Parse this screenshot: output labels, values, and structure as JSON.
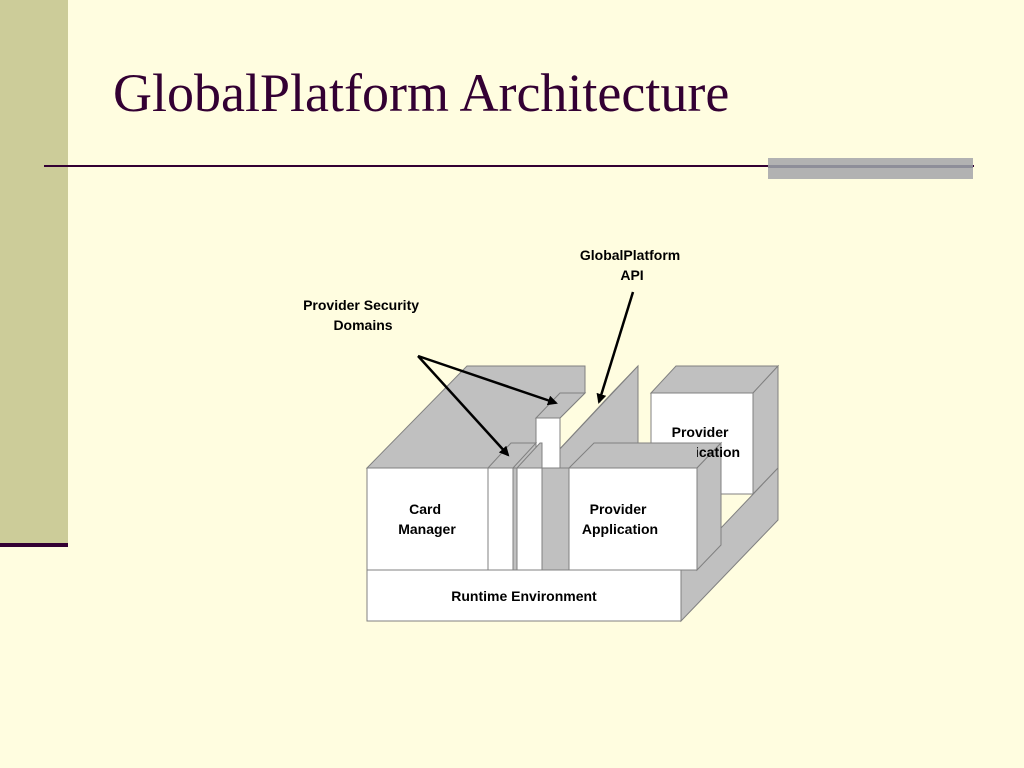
{
  "slide": {
    "title": "GlobalPlatform Architecture"
  },
  "diagram": {
    "callouts": {
      "security_domains": [
        "Provider Security",
        "Domains"
      ],
      "api": [
        "GlobalPlatform",
        "API"
      ]
    },
    "blocks": {
      "card_manager": [
        "Card",
        "Manager"
      ],
      "provider_app_front": [
        "Provider",
        "Application"
      ],
      "provider_app_back": [
        "Provider",
        "Application"
      ],
      "runtime": "Runtime Environment"
    }
  },
  "colors": {
    "background": "#FFFDE0",
    "side_band": "#CCCC99",
    "title_text": "#330033",
    "accent_bar": "#B2B2B2",
    "block_face": "#FFFFFF",
    "block_side": "#C0C0C0"
  }
}
